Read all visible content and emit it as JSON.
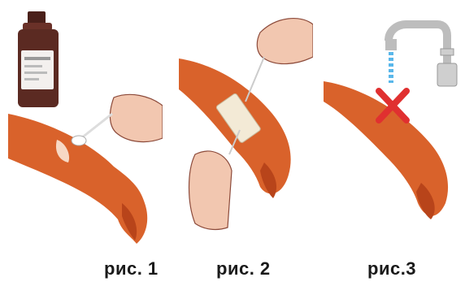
{
  "captions": {
    "fig1": "рис. 1",
    "fig2": "рис. 2",
    "fig3": "рис.3"
  },
  "colors": {
    "skin": "#d9622b",
    "skin_shadow": "#b8441a",
    "pale_skin": "#f2c7b0",
    "bottle": "#5b2a22",
    "bottle_label": "#f3f0ee",
    "cross": "#e03030",
    "water": "#59b7ea",
    "faucet": "#cfcfcf"
  },
  "icons": {
    "bottle": "medicine-bottle-icon",
    "faucet": "water-faucet-icon",
    "cross": "red-cross-mark-icon"
  }
}
